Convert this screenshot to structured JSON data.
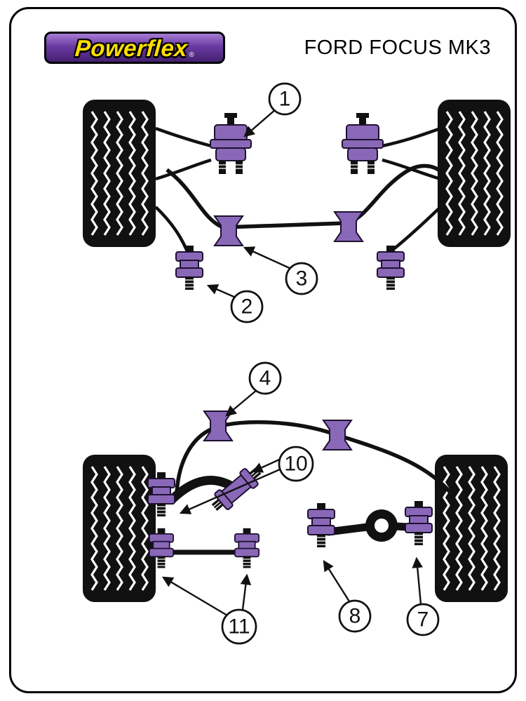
{
  "header": {
    "brand": "Powerflex",
    "registered": "®",
    "title": "FORD FOCUS MK3"
  },
  "colors": {
    "bushing": "#8a68b8",
    "bushing-stroke": "#1d1030",
    "line": "#111111",
    "logo-yellow": "#ffdf00"
  },
  "diagrams": {
    "front": {
      "name": "front-suspension"
    },
    "rear": {
      "name": "rear-suspension"
    }
  },
  "callouts": {
    "c1": "1",
    "c2": "2",
    "c3": "3",
    "c4": "4",
    "c7": "7",
    "c8": "8",
    "c10": "10",
    "c11": "11"
  }
}
